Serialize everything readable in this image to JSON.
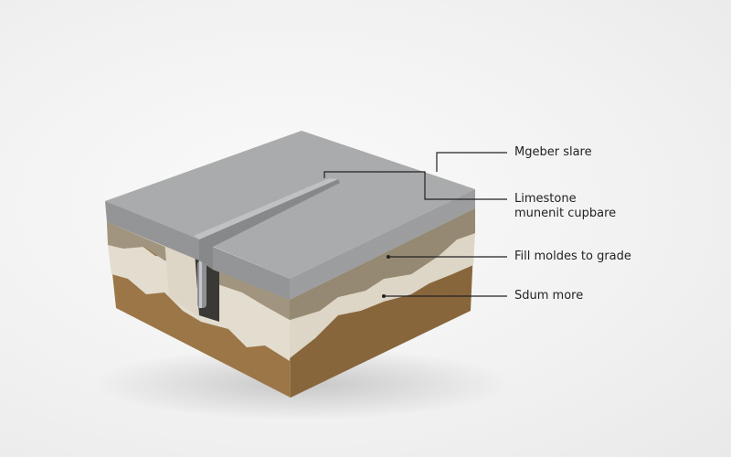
{
  "labels": [
    {
      "id": "slab",
      "lines": [
        "Mgeber slare"
      ]
    },
    {
      "id": "limestone",
      "lines": [
        "Limestone",
        "munenit cupbare"
      ]
    },
    {
      "id": "fill",
      "lines": [
        "Fill moldes to grade"
      ]
    },
    {
      "id": "subsoil",
      "lines": [
        "Sdum more"
      ]
    }
  ],
  "colors": {
    "concrete": "#a9aaab",
    "gravel": "#b3a58e",
    "limestone": "#ece6d8",
    "soil": "#a8814f",
    "leader": "#222222"
  }
}
